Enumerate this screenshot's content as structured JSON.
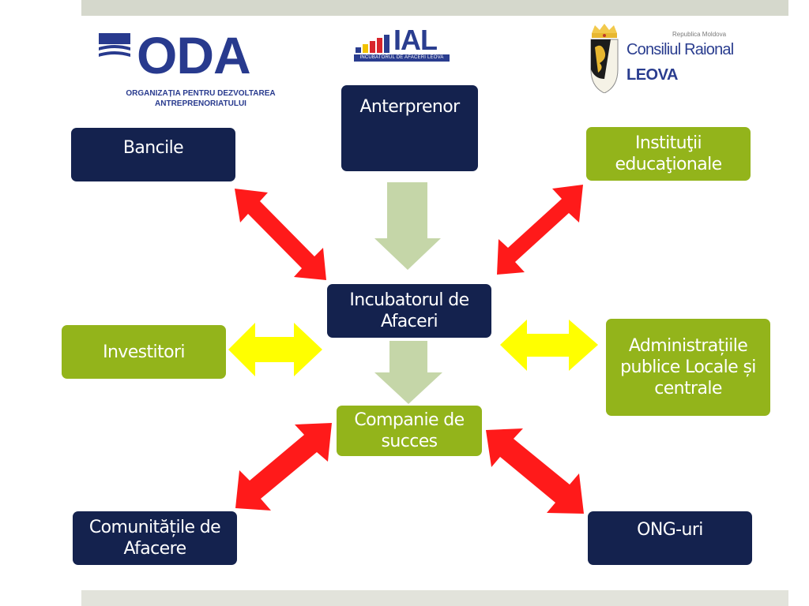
{
  "logos": {
    "oda": {
      "name": "ODA",
      "subtitle_line1": "ORGANIZAȚIA PENTRU DEZVOLTAREA",
      "subtitle_line2": "ANTREPRENORIATULUI"
    },
    "ial": {
      "name": "IAL",
      "subtitle": "INCUBATORUL DE AFACERI LEOVA"
    },
    "consiliu": {
      "republic": "Republica Moldova",
      "title": "Consiliul Raional",
      "district": "LEOVA"
    }
  },
  "nodes": {
    "anterprenor": "Anterprenor",
    "bancile": "Bancile",
    "institutii": "Instituţii educaţionale",
    "incubator": "Incubatorul de Afaceri",
    "investitori": "Investitori",
    "administratii": "Administrațiile publice Locale și centrale",
    "companie": "Companie de succes",
    "comunitati": "Comunitățile de Afacere",
    "ong": "ONG-uri"
  },
  "colors": {
    "navy": "#14224e",
    "green": "#93b41b",
    "flow_arrow": "#c5d6a8",
    "red_arrow": "#ff1a1a",
    "yellow_arrow": "#ffff00",
    "band": "#d5d8cc"
  }
}
